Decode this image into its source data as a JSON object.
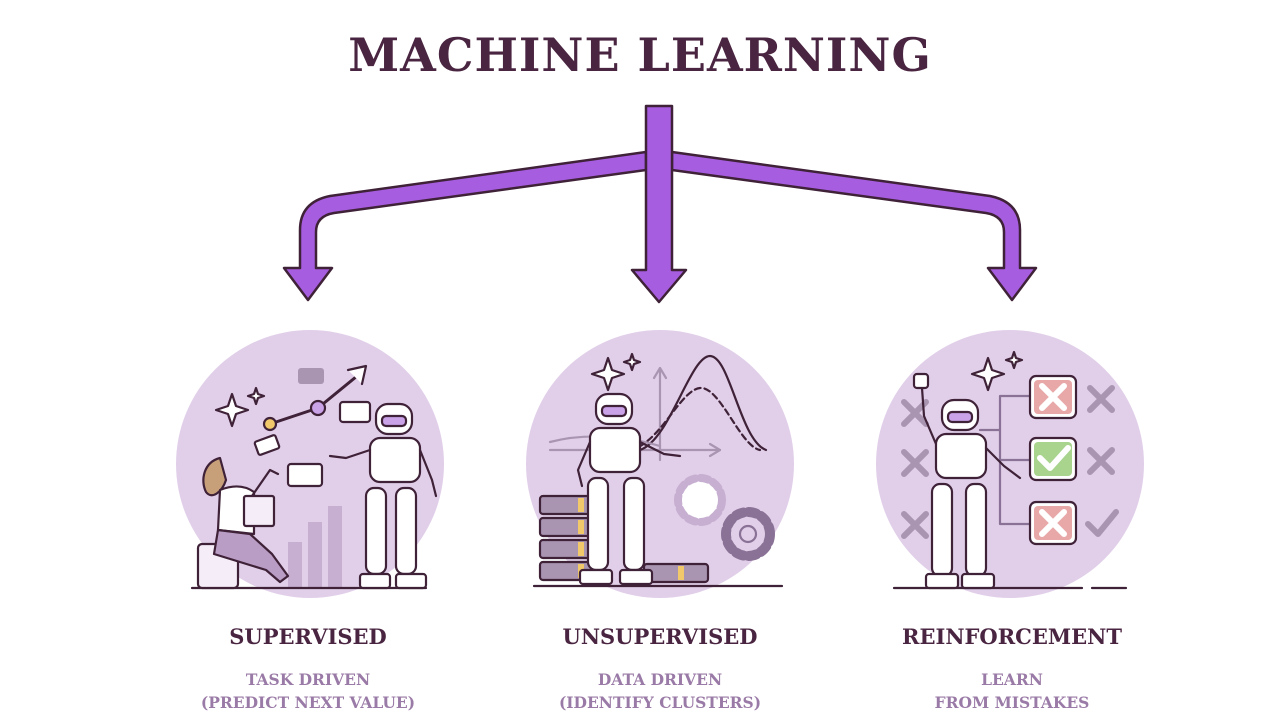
{
  "title": "MACHINE LEARNING",
  "colors": {
    "arrow": "#a65de0",
    "outline": "#3f2238",
    "circle": "#e1cfe9",
    "heading": "#4a2541",
    "subtext": "#9a7aa6"
  },
  "categories": [
    {
      "id": "supervised",
      "title": "SUPERVISED",
      "line1": "TASK DRIVEN",
      "line2": "(PREDICT NEXT VALUE)"
    },
    {
      "id": "unsupervised",
      "title": "UNSUPERVISED",
      "line1": "DATA DRIVEN",
      "line2": "(IDENTIFY CLUSTERS)"
    },
    {
      "id": "reinforcement",
      "title": "REINFORCEMENT",
      "line1": "LEARN",
      "line2": "FROM MISTAKES"
    }
  ]
}
